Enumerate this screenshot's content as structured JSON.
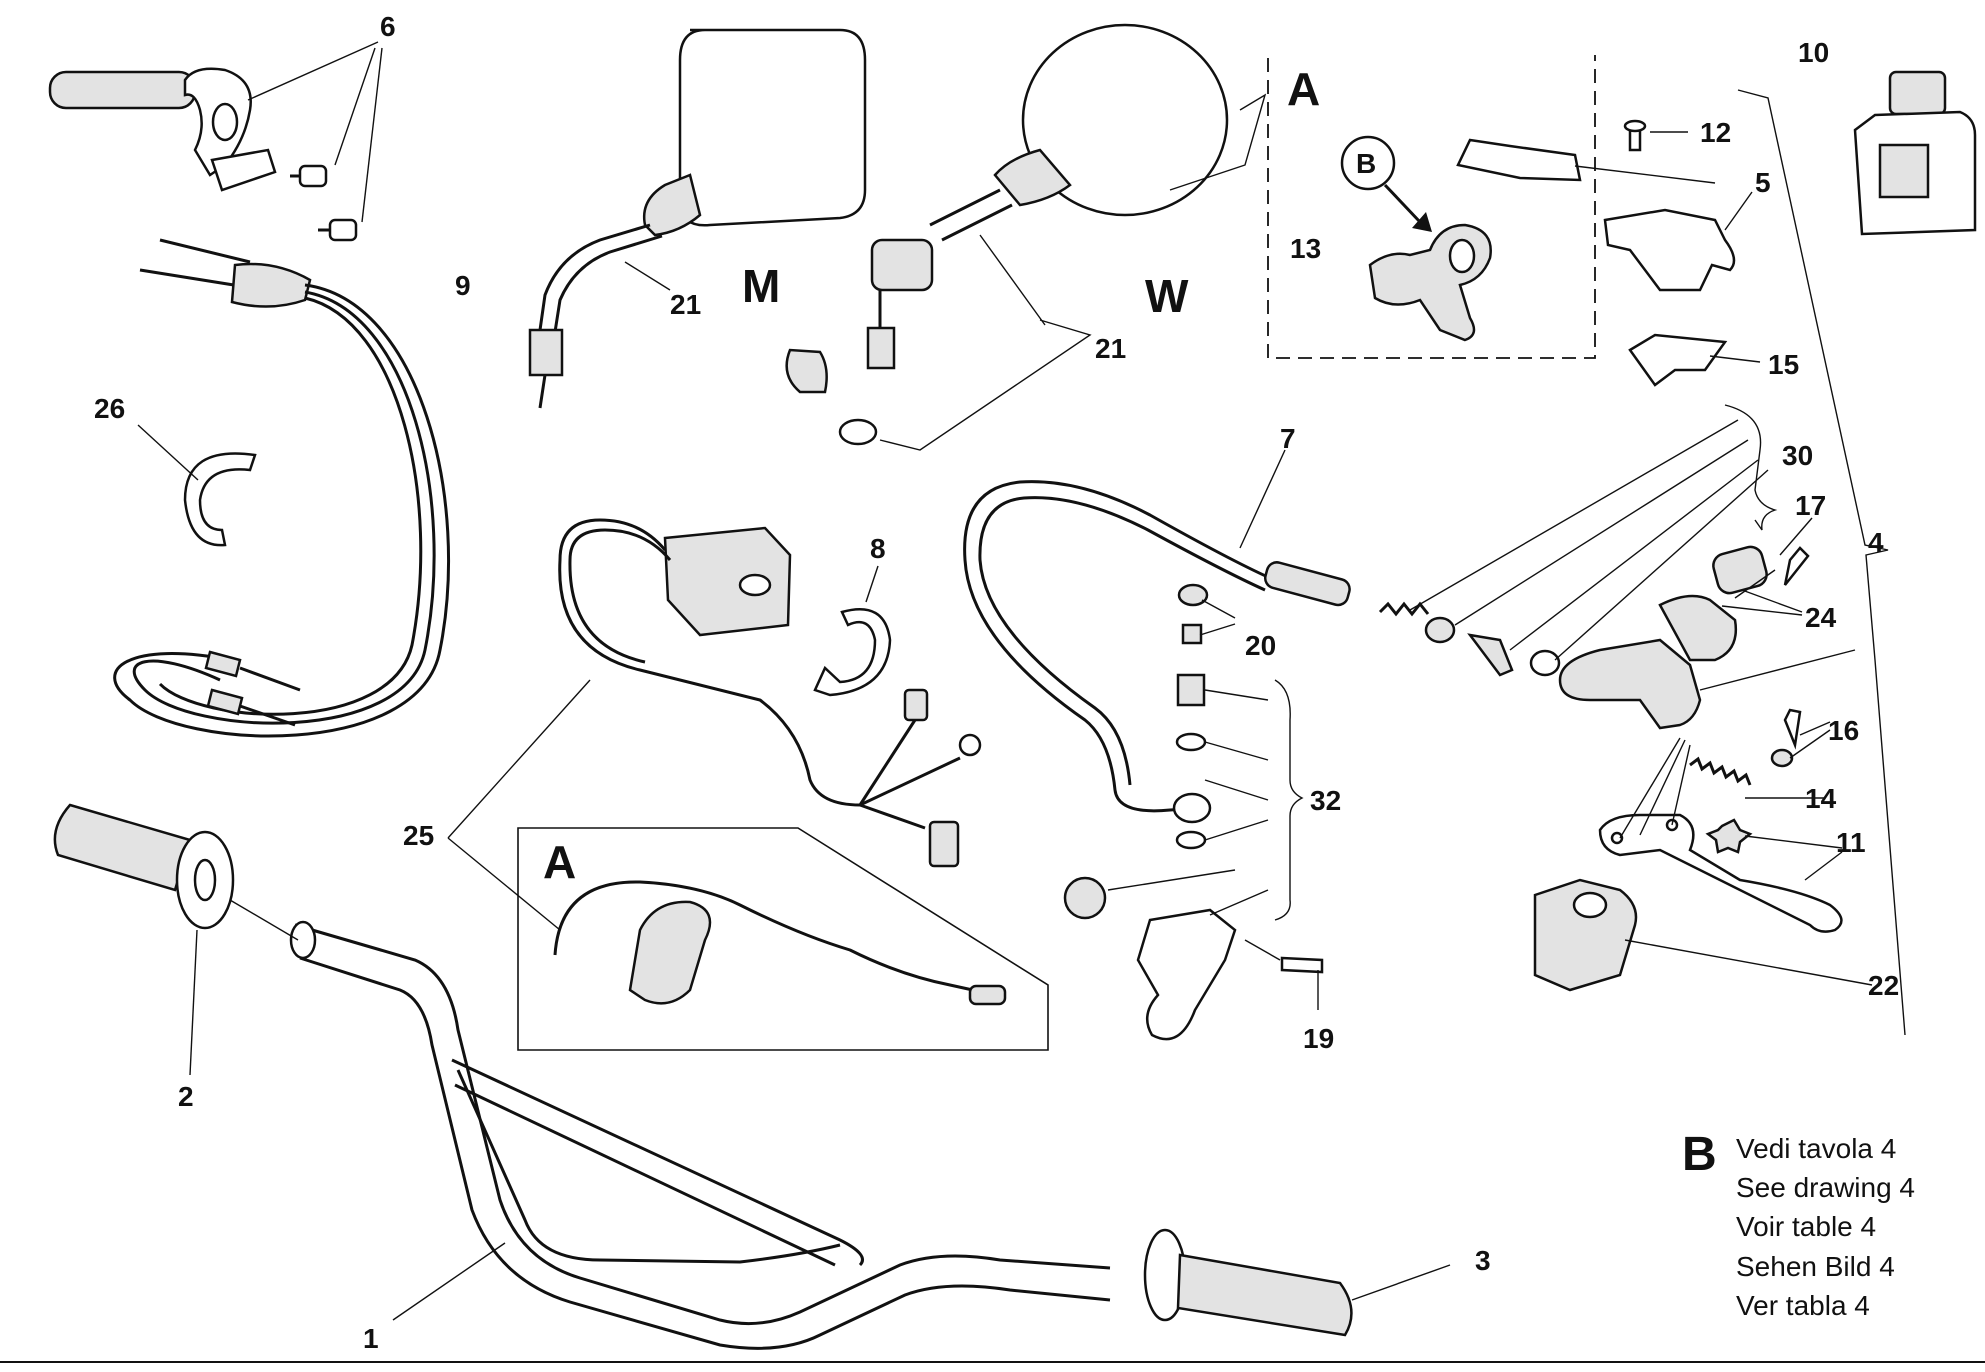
{
  "callouts": {
    "n1": "1",
    "n2": "2",
    "n3": "3",
    "n4": "4",
    "n5": "5",
    "n6": "6",
    "n7": "7",
    "n8": "8",
    "n9": "9",
    "n10": "10",
    "n11": "11",
    "n12": "12",
    "n13": "13",
    "n14": "14",
    "n15": "15",
    "n16": "16",
    "n17": "17",
    "n19": "19",
    "n20": "20",
    "n21a": "21",
    "n21b": "21",
    "n22": "22",
    "n24": "24",
    "n25": "25",
    "n26": "26",
    "n30": "30",
    "n32": "32"
  },
  "variants": {
    "mirror_m": "M",
    "mirror_w": "W"
  },
  "insets": {
    "top_label": "A",
    "top_badge": "B",
    "bottom_label": "A"
  },
  "reference_note": {
    "letter": "B",
    "lines": [
      "Vedi tavola 4",
      "See drawing 4",
      "Voir table 4",
      "Sehen Bild 4",
      "Ver tabla 4"
    ]
  }
}
